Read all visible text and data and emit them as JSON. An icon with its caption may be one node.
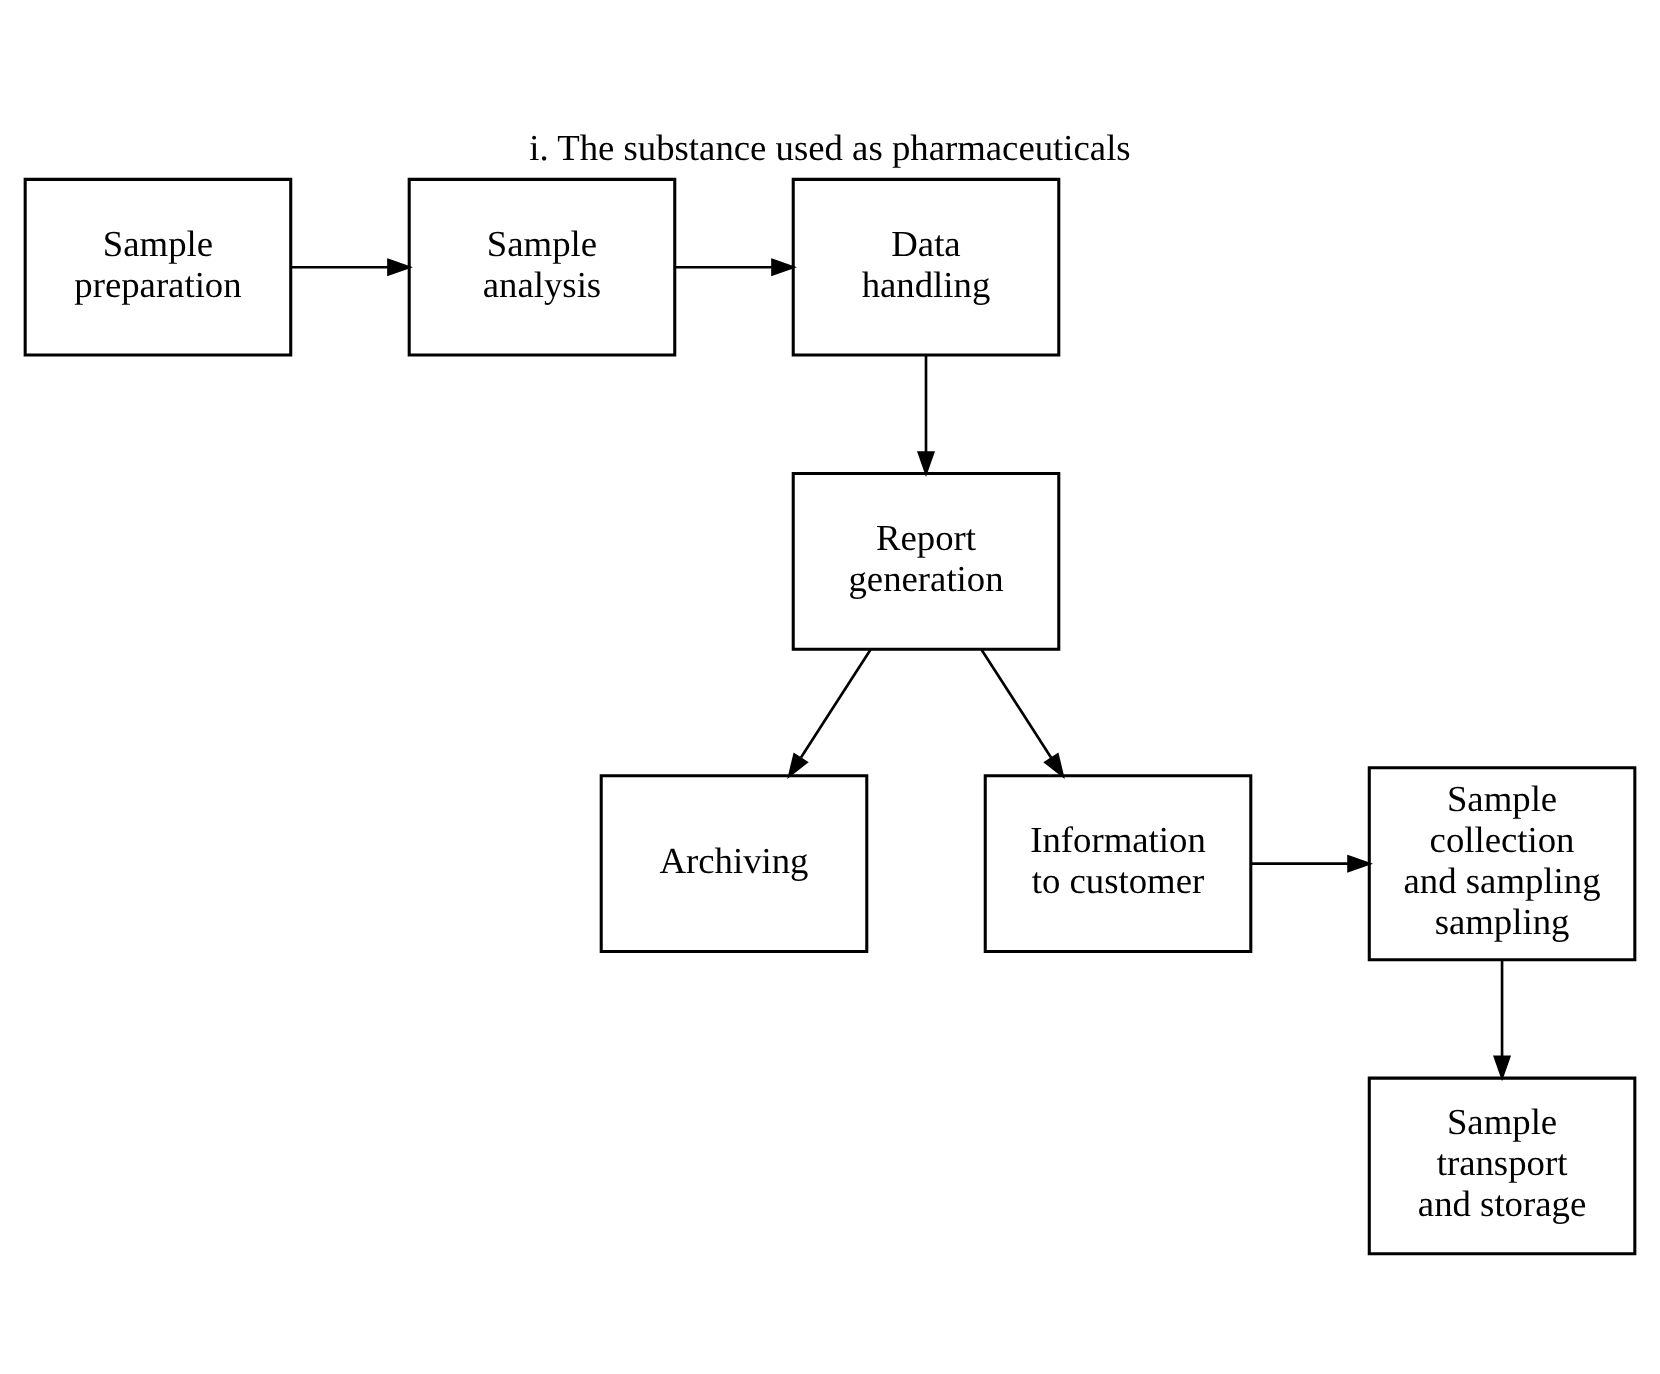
{
  "diagram": {
    "title": "i. The substance used as pharmaceuticals",
    "nodes": [
      {
        "text": [
          "Sample preparation"
        ]
      },
      {
        "text": [
          "Sample analysis"
        ]
      },
      {
        "text": [
          "Data handling"
        ]
      },
      {
        "text": [
          "Sample transport and storage"
        ]
      },
      {
        "text": [
          "Archiving"
        ]
      },
      {
        "text": [
          "Report generation"
        ]
      },
      {
        "text": [
          "Sample collection and sampling",
          "sampling"
        ]
      },
      {
        "text": [
          "Information to customer"
        ]
      }
    ],
    "edges": [
      {
        "from": 0,
        "to": 1,
        "arrow": "to"
      },
      {
        "from": 1,
        "to": 2,
        "arrow": "to"
      },
      {
        "from": 2,
        "to": 5,
        "arrow": "to"
      },
      {
        "from": 5,
        "to": 4,
        "arrow": "to"
      },
      {
        "from": 5,
        "to": 7,
        "arrow": "to"
      },
      {
        "from": 7,
        "to": 6,
        "arrow": "to"
      },
      {
        "from": 6,
        "to": 3,
        "arrow": "to"
      }
    ]
  }
}
